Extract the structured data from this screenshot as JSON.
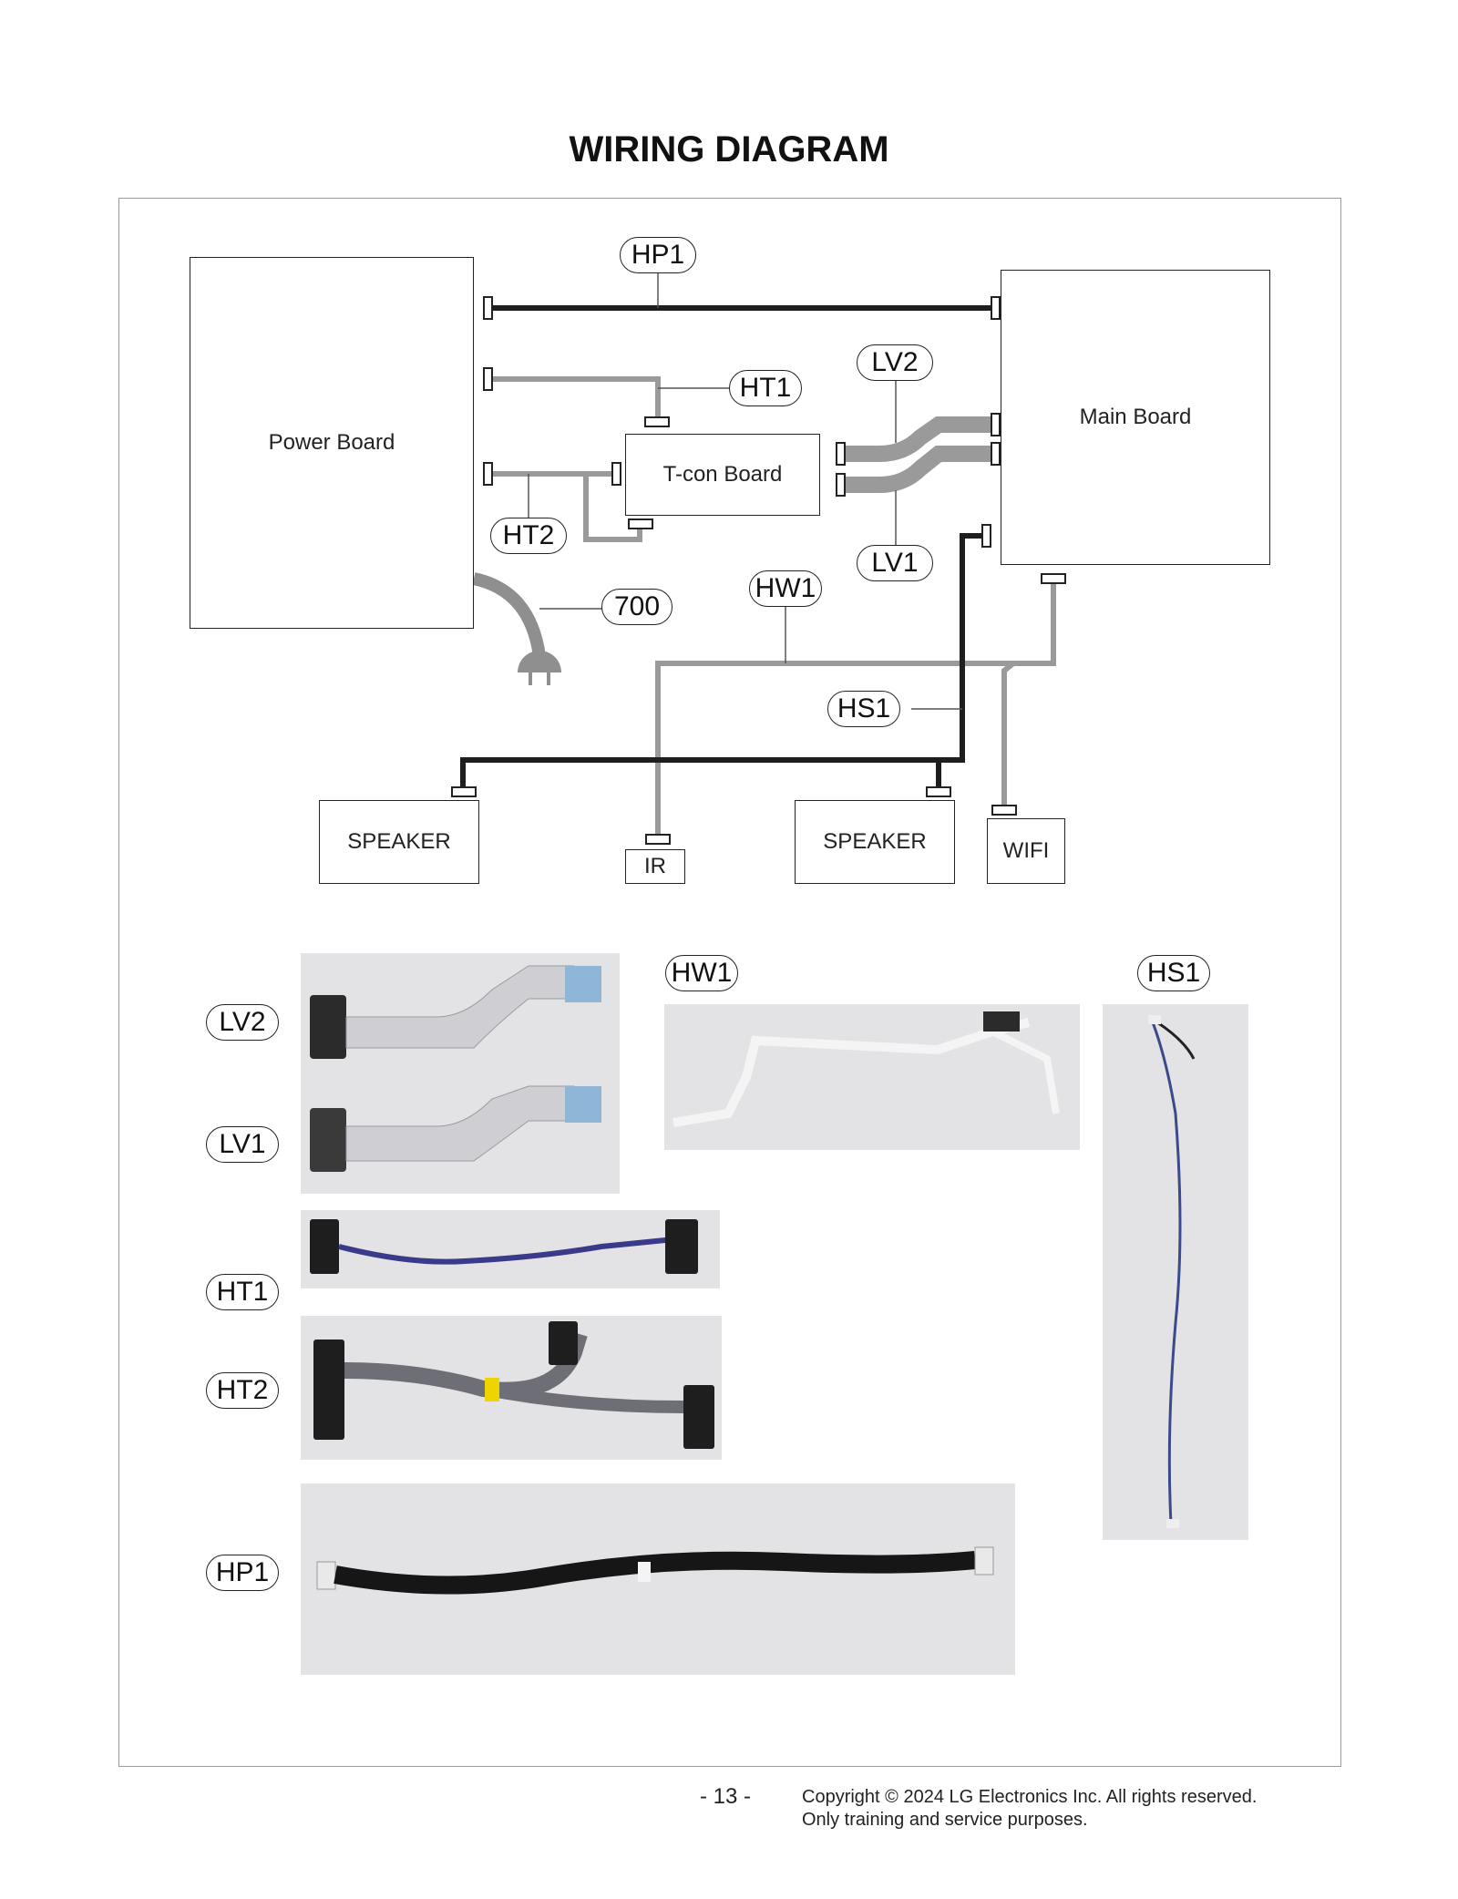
{
  "title": "WIRING DIAGRAM",
  "boxes": {
    "power_board": "Power Board",
    "main_board": "Main Board",
    "tcon_board": "T-con Board",
    "speaker_left": "SPEAKER",
    "ir": "IR",
    "speaker_right": "SPEAKER",
    "wifi": "WIFI"
  },
  "labels": {
    "hp1": "HP1",
    "ht1": "HT1",
    "lv2": "LV2",
    "ht2": "HT2",
    "lv1": "LV1",
    "hw1": "HW1",
    "power_cord": "700",
    "hs1": "HS1"
  },
  "photo_labels": {
    "lv2": "LV2",
    "lv1": "LV1",
    "hw1": "HW1",
    "hs1": "HS1",
    "ht1": "HT1",
    "ht2": "HT2",
    "hp1": "HP1"
  },
  "footer": {
    "page": "- 13 -",
    "copyright": "Copyright © 2024 LG Electronics Inc. All rights reserved.",
    "purpose": "Only training and service purposes."
  },
  "colors": {
    "dark_cable": "#1e1e1e",
    "gray_cable": "#9a9a9a",
    "photo_bg": "#e3e3e5"
  }
}
